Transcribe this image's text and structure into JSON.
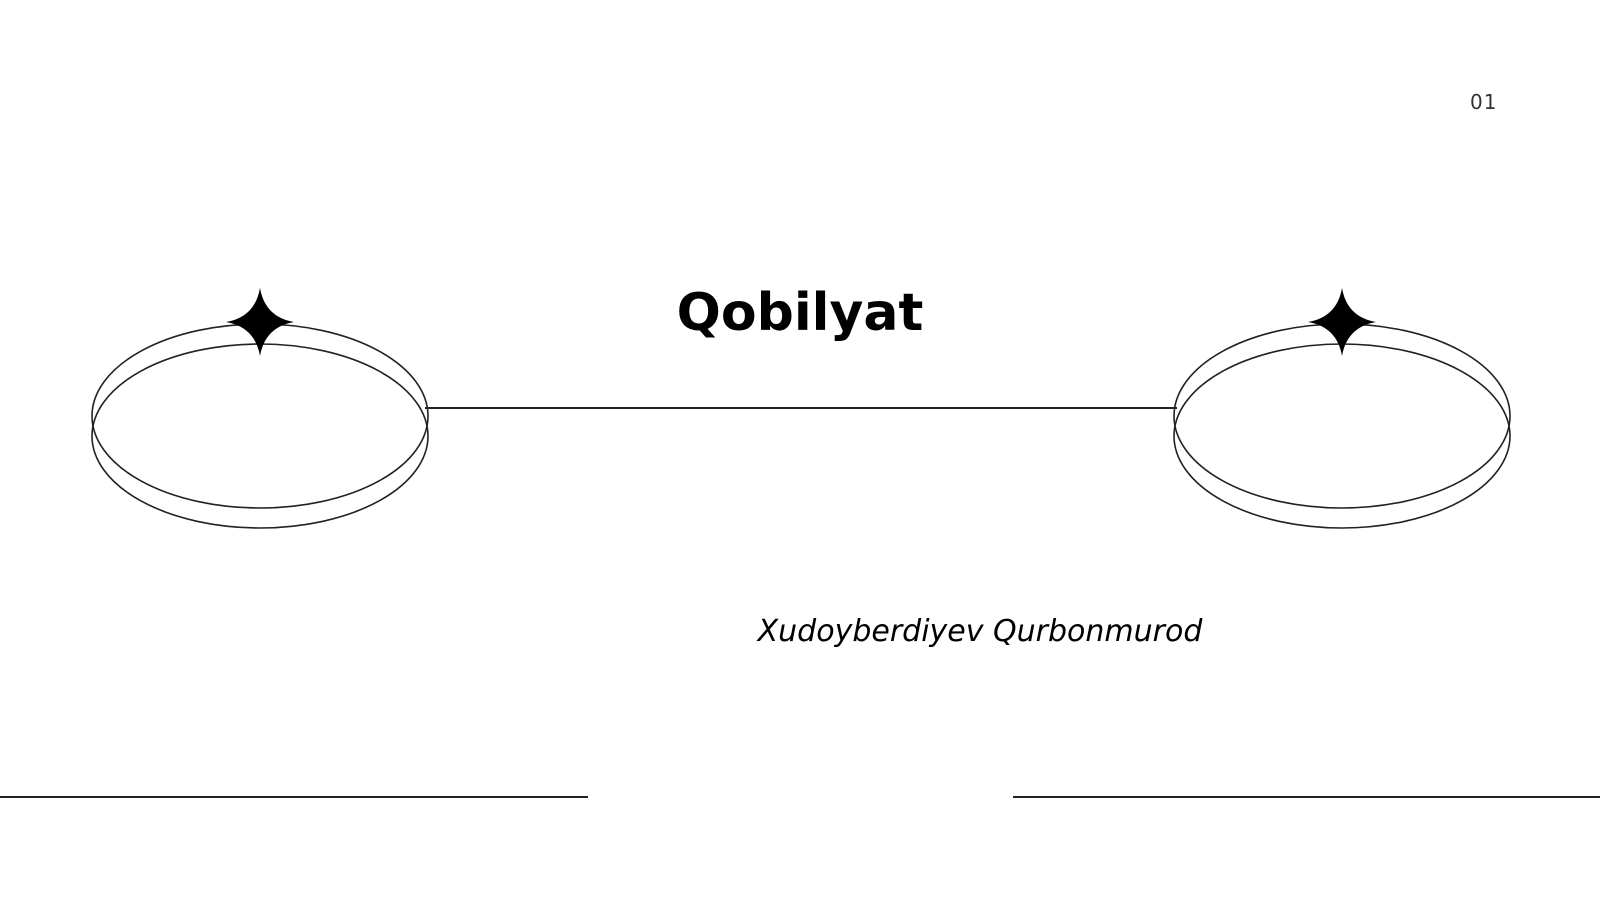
{
  "slide": {
    "page_number": "01",
    "title": "Qobilyat",
    "subtitle": "Xudoyberdiyev Qurbonmurod"
  },
  "decor": {
    "ring_icon": "ring-icon",
    "star_icon": "four-point-star-icon",
    "line_color": "#222222",
    "star_color": "#000000"
  }
}
